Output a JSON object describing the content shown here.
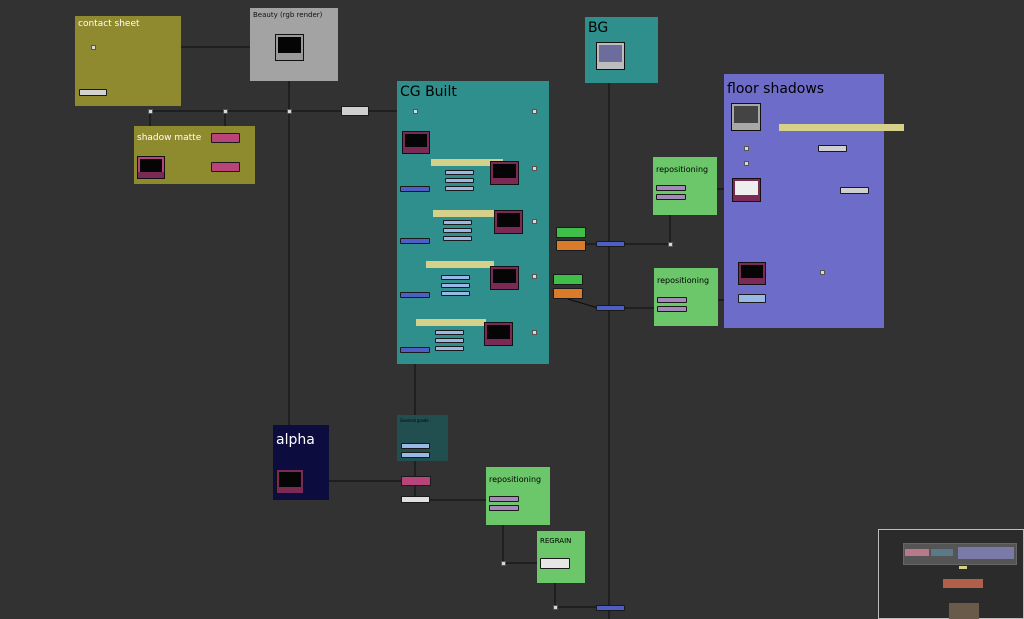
{
  "app": {
    "view": "node-graph"
  },
  "colors": {
    "canvas": "#323232",
    "wire": "#0c0c0c",
    "merge_node": "#4d5fc4",
    "grade_node": "#9ab8e6",
    "shuffle_node": "#b8447a",
    "transform_node": "#a58ab9",
    "dot": "#d8d8d8",
    "note_bar": "#d6d18a"
  },
  "backdrops": [
    {
      "id": "contact-sheet",
      "label": "contact sheet",
      "color": "#8f8a30"
    },
    {
      "id": "beauty",
      "label": "Beauty (rgb render)",
      "color": "#a3a3a3"
    },
    {
      "id": "shadow-matte",
      "label": "shadow matte",
      "color": "#8e8b2e"
    },
    {
      "id": "cg-built",
      "label": "CG Built",
      "color": "#2e8f8c"
    },
    {
      "id": "bg",
      "label": "BG",
      "color": "#2f8f8c"
    },
    {
      "id": "floor-shadows",
      "label": "floor shadows",
      "color": "#6d6cc9"
    },
    {
      "id": "repositioning-1",
      "label": "repositioning",
      "color": "#6cc76a"
    },
    {
      "id": "repositioning-2",
      "label": "repositioning",
      "color": "#6cc76a"
    },
    {
      "id": "alpha",
      "label": "alpha",
      "color": "#0c0c3f"
    },
    {
      "id": "general-grade",
      "label": "General grade",
      "color": "#214e4e"
    },
    {
      "id": "repositioning-3",
      "label": "repositioning",
      "color": "#6cc76a"
    },
    {
      "id": "regrain",
      "label": "REGRAIN",
      "color": "#6cc76a"
    }
  ],
  "navigator": {
    "label": "navigator"
  }
}
